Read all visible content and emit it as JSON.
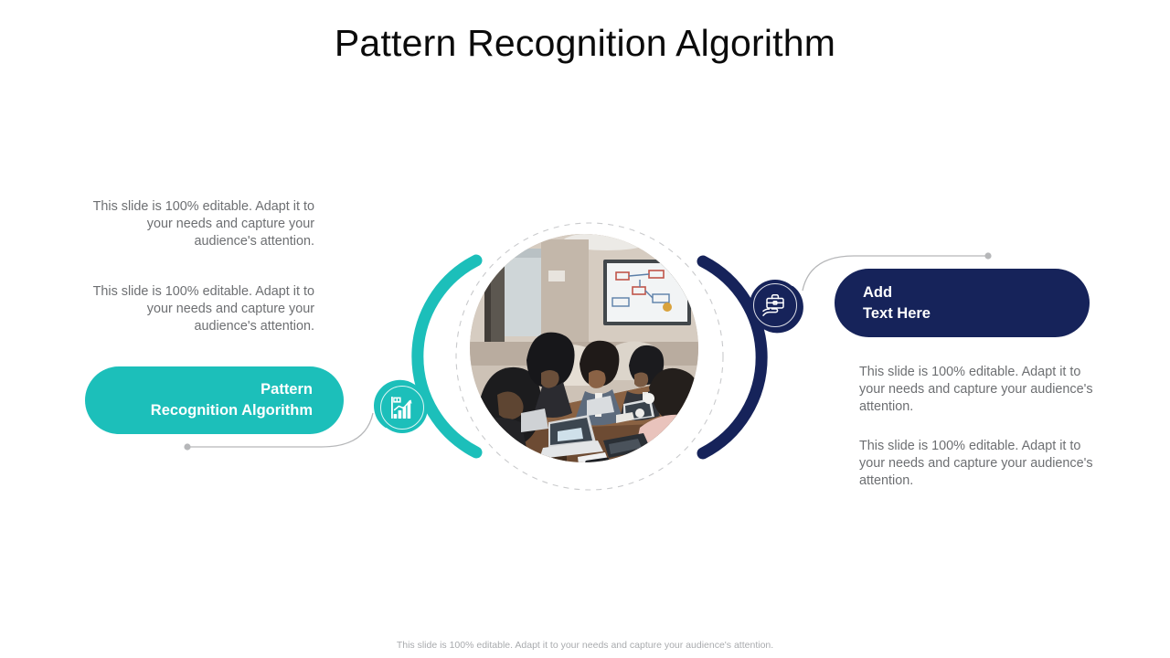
{
  "slide": {
    "title": "Pattern Recognition Algorithm",
    "footer_note": "This slide is 100% editable. Adapt it to your needs and capture your audience's attention."
  },
  "colors": {
    "teal": "#1CBFBA",
    "navy": "#16235A",
    "body_text": "#6D6F72",
    "title_text": "#0B0B0B",
    "connector_line": "#B6B7B9",
    "footer_text": "#A9ABAE"
  },
  "left_column": {
    "paragraphs": [
      "This slide is 100% editable. Adapt it to your needs and capture your audience's attention.",
      "This slide is 100% editable. Adapt it to your needs and capture your audience's attention."
    ],
    "pill": {
      "line1": "Pattern",
      "line2": "Recognition Algorithm"
    },
    "badge_icon": "growth-bar-chart-icon"
  },
  "right_column": {
    "pill": {
      "line1": "Add",
      "line2": "Text Here"
    },
    "paragraphs": [
      "This slide is 100% editable. Adapt it to your needs and capture your audience's attention.",
      "This slide is 100% editable. Adapt it to your needs and capture your audience's attention."
    ],
    "badge_icon": "hand-holding-briefcase-icon"
  },
  "center": {
    "photo_alt": "Business team meeting around a conference table with laptops",
    "left_arc_color": "#1CBFBA",
    "right_arc_color": "#16235A",
    "dashed_ring": "dashed-circle-outline"
  }
}
